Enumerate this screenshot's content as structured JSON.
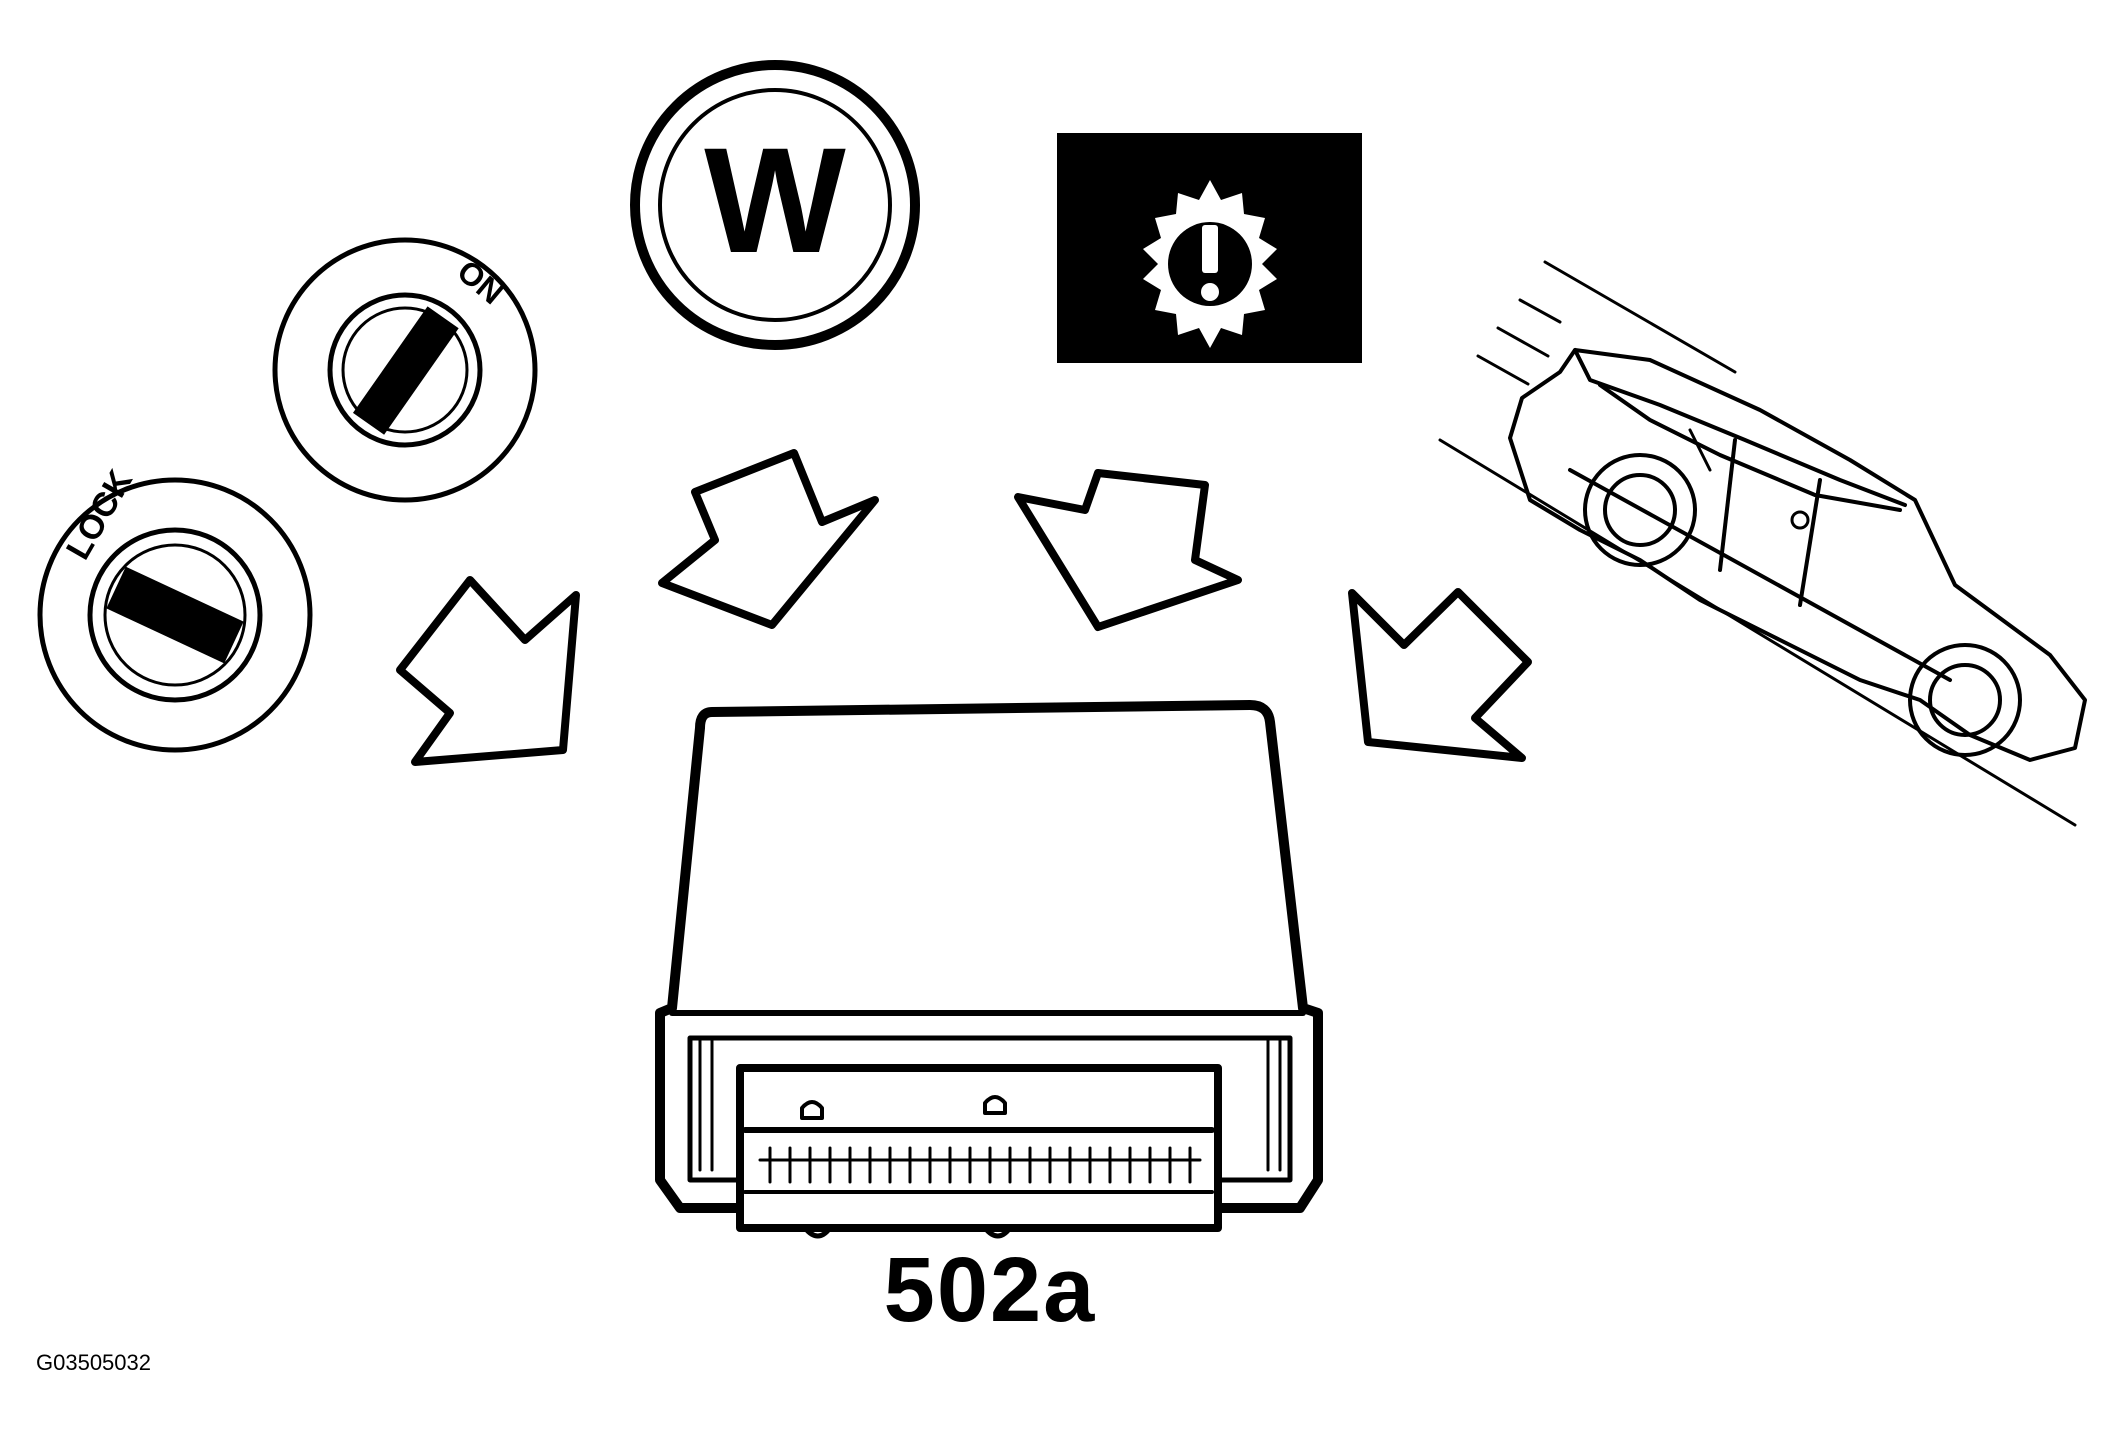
{
  "lock_switch": {
    "label": "LOCK"
  },
  "on_switch": {
    "label": "ON"
  },
  "warning_lamp": {
    "label": "W"
  },
  "part_label": "502a",
  "figure_code": "G03505032",
  "colors": {
    "ink": "#000000",
    "paper": "#ffffff"
  },
  "icons": [
    "ignition-lock-icon",
    "ignition-on-icon",
    "warning-w-icon",
    "transmission-warning-icon",
    "car-incline-icon",
    "control-module-icon"
  ]
}
